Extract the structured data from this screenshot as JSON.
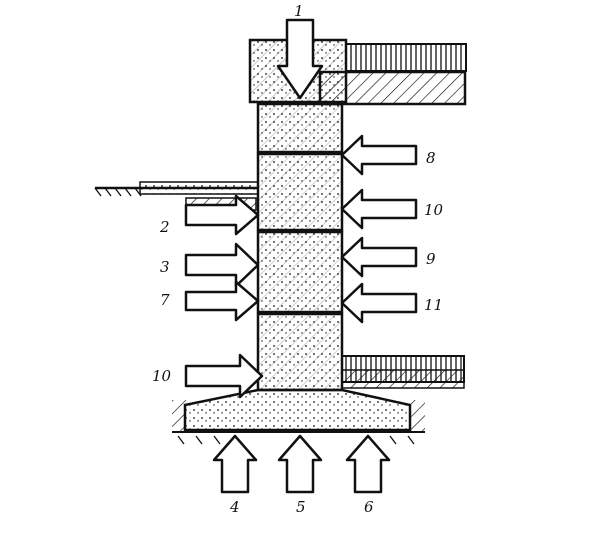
{
  "labels": {
    "top": "1",
    "left_upper": "2",
    "left_mid": "3",
    "left_lower": "7",
    "left_base": "10",
    "right_upper": "8",
    "right_mid_upper": "10",
    "right_mid": "9",
    "right_lower": "11",
    "bottom_left": "4",
    "bottom_mid": "5",
    "bottom_right": "6"
  },
  "colors": {
    "ink": "#111111",
    "paper": "#ffffff"
  }
}
